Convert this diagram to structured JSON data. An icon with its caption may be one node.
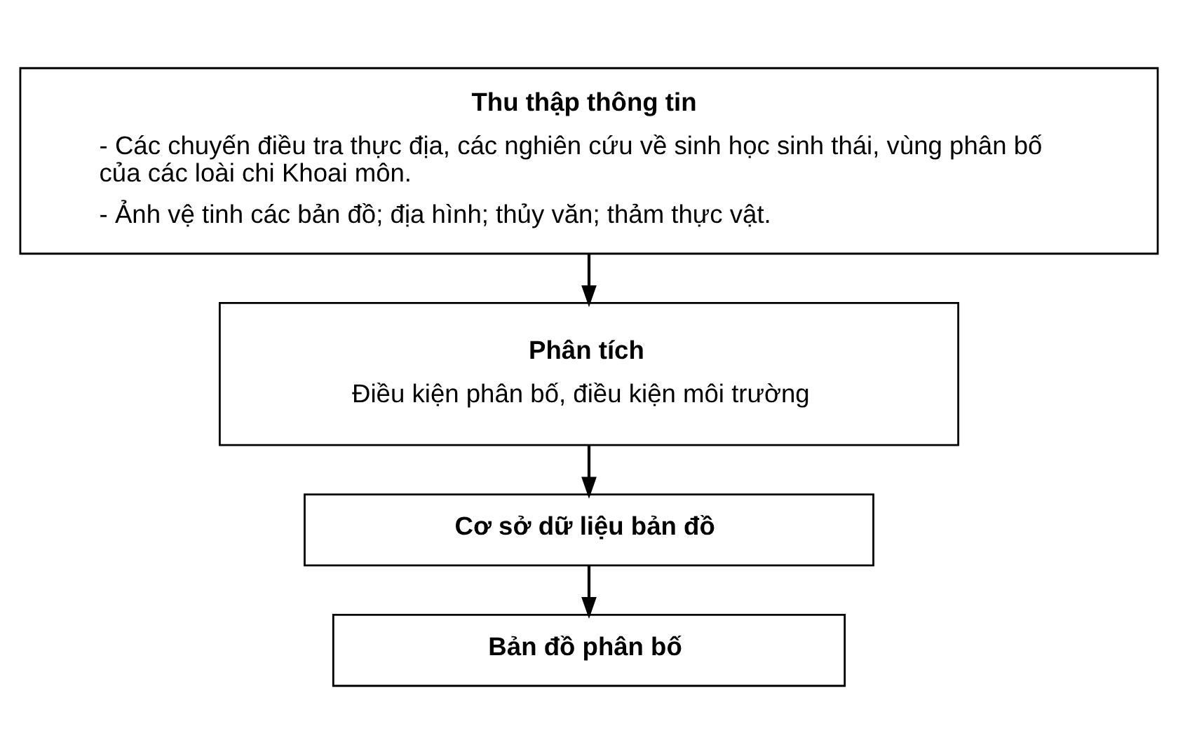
{
  "diagram": {
    "nodes": [
      {
        "text": [
          "Thu thập thông tin",
          "- Các chuyến điều tra thực địa, các nghiên cứu về sinh học sinh thái, vùng phân bố của các loài chi Khoai môn.",
          "- Ảnh vệ tinh các bản đồ; địa hình; thủy văn; thảm thực vật."
        ]
      },
      {
        "text": [
          "Phân tích",
          "Điều kiện phân bố, điều kiện môi trường"
        ]
      },
      {
        "text": [
          "Cơ sở dữ liệu bản đồ"
        ]
      },
      {
        "text": [
          "Bản đồ phân bố"
        ]
      }
    ],
    "edges": [
      {
        "from": 0,
        "to": 1,
        "arrow": "to"
      },
      {
        "from": 1,
        "to": 2,
        "arrow": "to"
      },
      {
        "from": 2,
        "to": 3,
        "arrow": "to"
      }
    ]
  }
}
